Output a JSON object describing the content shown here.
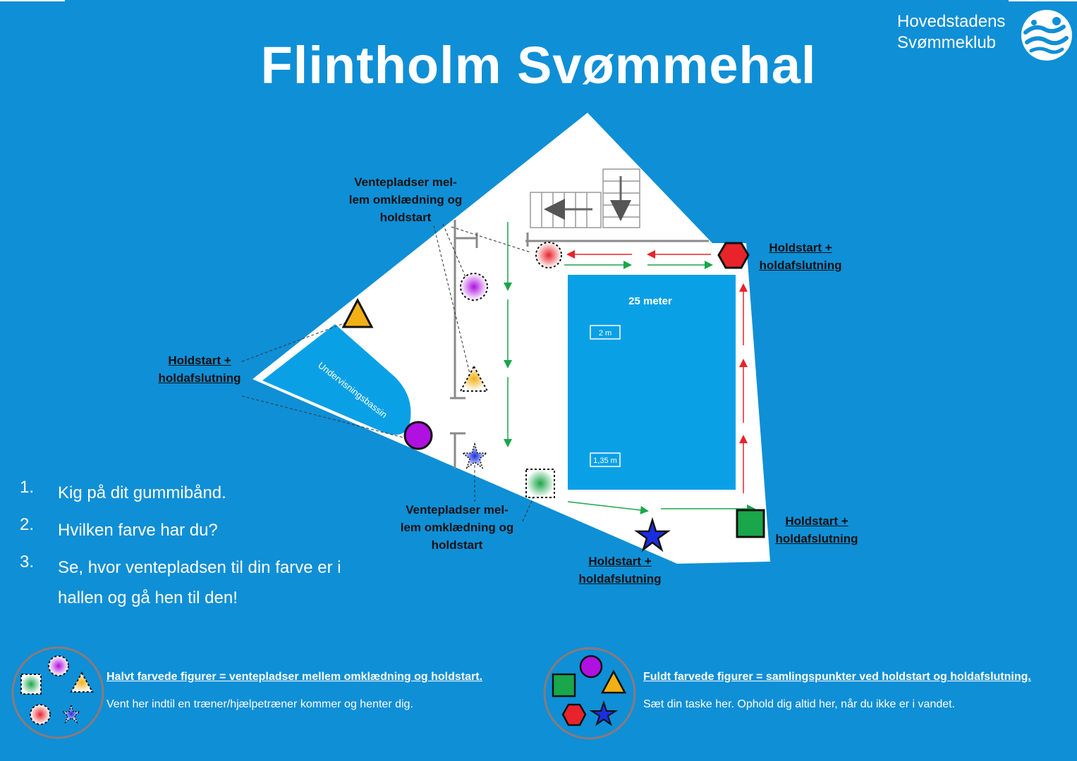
{
  "title": "Flintholm Svømmehal",
  "logo": {
    "line1": "Hovedstadens",
    "line2": "Svømmeklub"
  },
  "pool": {
    "label": "25 meter",
    "depth_shallow": "2 m",
    "depth_deep": "1,35 m"
  },
  "teaching_pool": {
    "label": "Undervisningsbassin"
  },
  "labels": {
    "wait_top": [
      "Ventepladser mel-",
      "lem omklædning og",
      "holdstart"
    ],
    "wait_bottom": [
      "Ventepladser mel-",
      "lem omklædning og",
      "holdstart"
    ],
    "holdstart_line1": "Holdstart +",
    "holdstart_line2": "holdafslutning"
  },
  "steps": [
    {
      "num": "1.",
      "text": "Kig på dit gummibånd."
    },
    {
      "num": "2.",
      "text": "Hvilken farve har du?"
    },
    {
      "num": "3.",
      "text": "Se, hvor ventepladsen til din farve er i hallen og gå hen til den!"
    }
  ],
  "legend": {
    "half": {
      "title": "Halvt farvede figurer = ventepladser mellem omklædning og holdstart.",
      "text": "Vent her indtil en træner/hjælpetræner kommer og henter dig."
    },
    "full": {
      "title": "Fuldt farvede figurer = samlingspunkter ved holdstart og holdafslutning.",
      "text": "Sæt din taske her. Ophold dig altid her, når du ikke er i vandet."
    }
  },
  "colors": {
    "background": "#0f8fd6",
    "pool": "#0aa0e6",
    "red": "#e8232a",
    "purple": "#b010e0",
    "green": "#1aa64a",
    "orange": "#f2b015",
    "blue": "#1a2ee0",
    "arrow_green": "#1aa64a",
    "arrow_red": "#e8232a"
  },
  "icons": [
    "hexagon-red",
    "circle-purple",
    "square-green",
    "triangle-orange",
    "star-blue",
    "stairs-icon",
    "swimmer-logo-icon"
  ]
}
